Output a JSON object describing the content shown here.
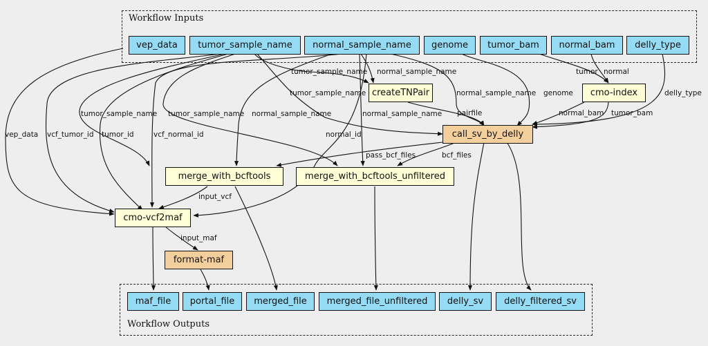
{
  "clusters": {
    "inputs_title": "Workflow Inputs",
    "outputs_title": "Workflow Outputs"
  },
  "inputs": {
    "vep_data": "vep_data",
    "tumor_sample_name": "tumor_sample_name",
    "normal_sample_name": "normal_sample_name",
    "genome": "genome",
    "tumor_bam": "tumor_bam",
    "normal_bam": "normal_bam",
    "delly_type": "delly_type"
  },
  "steps": {
    "createTNPair": "createTNPair",
    "cmo_index": "cmo-index",
    "call_sv_by_delly": "call_sv_by_delly",
    "merge_with_bcftools": "merge_with_bcftools",
    "merge_with_bcftools_unfiltered": "merge_with_bcftools_unfiltered",
    "cmo_vcf2maf": "cmo-vcf2maf",
    "format_maf": "format-maf"
  },
  "outputs": {
    "maf_file": "maf_file",
    "portal_file": "portal_file",
    "merged_file": "merged_file",
    "merged_file_unfiltered": "merged_file_unfiltered",
    "delly_sv": "delly_sv",
    "delly_filtered_sv": "delly_filtered_sv"
  },
  "edge_labels": {
    "tumor_sample_name_a": "tumor_sample_name",
    "normal_sample_name_a": "normal_sample_name",
    "tumor_sample_name_b": "tumor_sample_name",
    "normal_sample_name_b": "normal_sample_name",
    "genome": "genome",
    "tumor": "tumor",
    "normal": "normal",
    "delly_type": "delly_type",
    "pairfile": "pairfile",
    "normal_bam": "normal_bam",
    "tumor_bam": "tumor_bam",
    "tumor_sample_name_c": "tumor_sample_name",
    "tumor_sample_name_d": "tumor_sample_name",
    "normal_sample_name_c": "normal_sample_name",
    "normal_sample_name_d": "normal_sample_name",
    "vep_data": "vep_data",
    "vcf_tumor_id": "vcf_tumor_id",
    "tumor_id": "tumor_id",
    "vcf_normal_id": "vcf_normal_id",
    "normal_id": "normal_id",
    "pass_bcf_files": "pass_bcf_files",
    "bcf_files": "bcf_files",
    "input_vcf": "input_vcf",
    "input_maf": "input_maf"
  }
}
